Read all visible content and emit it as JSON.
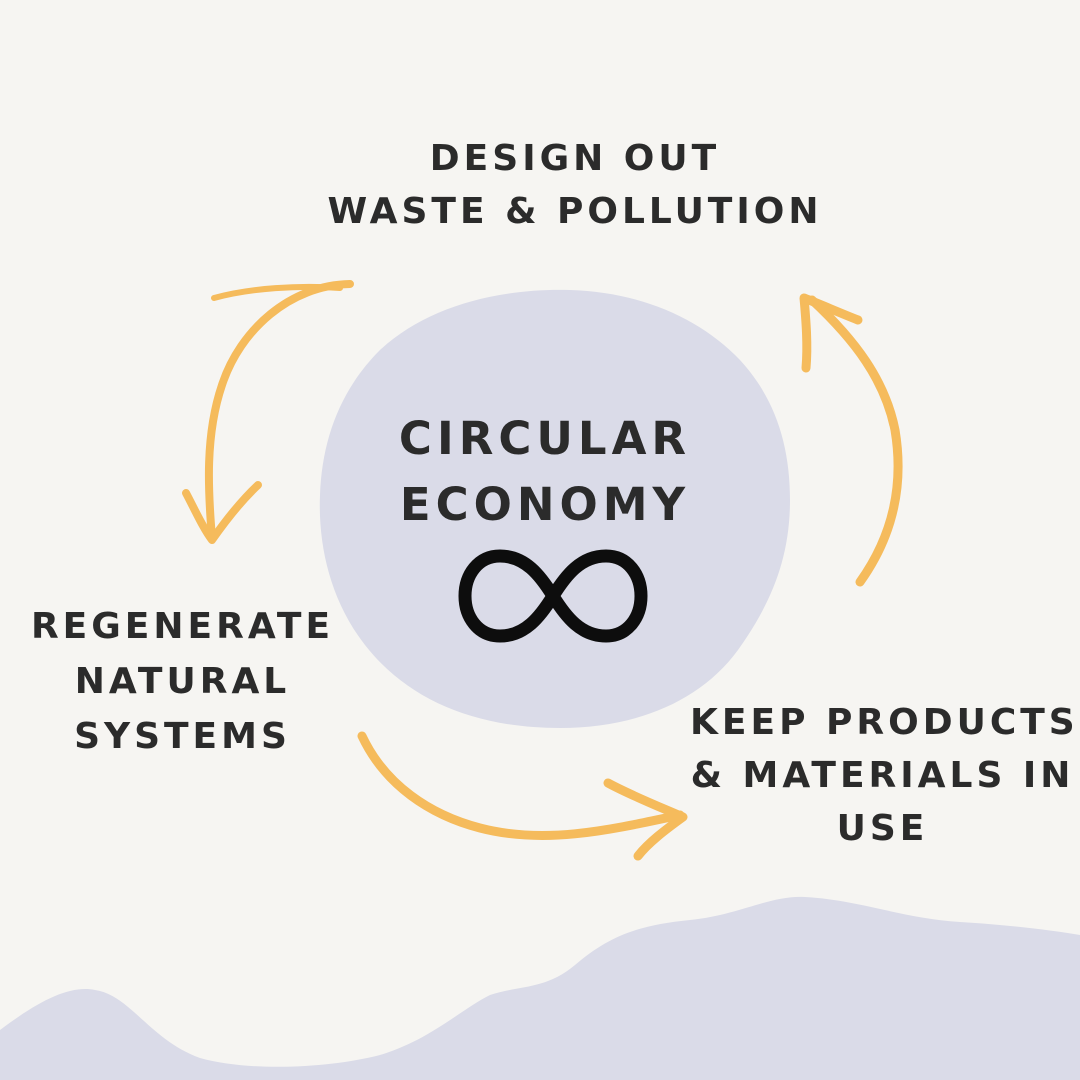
{
  "center": {
    "line1": "CIRCULAR",
    "line2": "ECONOMY",
    "symbol": "infinity-icon"
  },
  "principles": [
    {
      "lines": [
        "DESIGN OUT",
        "WASTE & POLLUTION"
      ]
    },
    {
      "lines": [
        "REGENERATE",
        "NATURAL",
        "SYSTEMS"
      ]
    },
    {
      "lines": [
        "KEEP PRODUCTS",
        "& MATERIALS IN",
        "USE"
      ]
    }
  ],
  "colors": {
    "background": "#f6f5f2",
    "blob": "#dadbe8",
    "arrow": "#f5bb5c",
    "text": "#2b2b2b",
    "symbol": "#0d0d0d"
  }
}
